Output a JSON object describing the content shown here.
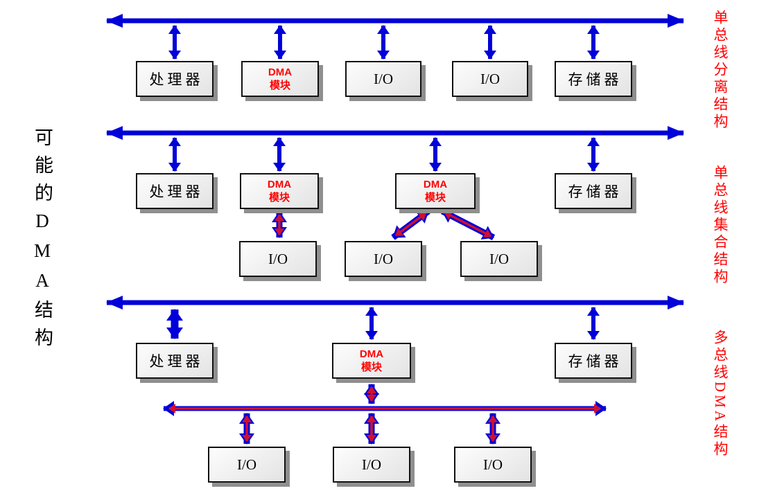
{
  "left_title": "可能的DMA结构",
  "colors": {
    "bus_blue": "#0000d8",
    "arrow_red": "#d01030",
    "label_red": "#ff0000"
  },
  "section1": {
    "side_label": "单总线分离结构",
    "processor": "处理器",
    "dma": "DMA\n模块",
    "io1": "I/O",
    "io2": "I/O",
    "memory": "存储器"
  },
  "section2": {
    "side_label": "单总线集合结构",
    "processor": "处理器",
    "dma1": "DMA\n模块",
    "dma2": "DMA\n模块",
    "memory": "存储器",
    "io1": "I/O",
    "io2": "I/O",
    "io3": "I/O"
  },
  "section3": {
    "side_label": "多总线DMA结构",
    "processor": "处理器",
    "dma": "DMA\n模块",
    "memory": "存储器",
    "io1": "I/O",
    "io2": "I/O",
    "io3": "I/O"
  }
}
